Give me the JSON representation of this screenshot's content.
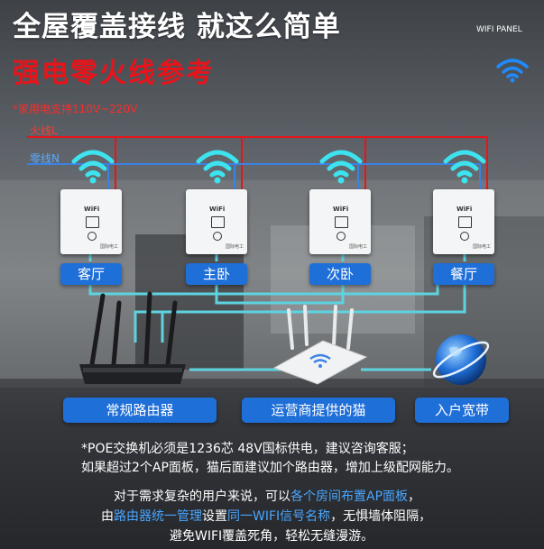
{
  "header": {
    "title_line1": "全屋覆盖接线 就这么简单",
    "title_line2": "强电零火线参考",
    "panel_label": "WIFI PANEL"
  },
  "wiring": {
    "voltage_note": "*家用电支持110V~220V",
    "live_label": "火线L",
    "neutral_label": "零线N",
    "live_color": "#e8141b",
    "neutral_color": "#3b82e6",
    "network_color": "#5ed3e0"
  },
  "panels": [
    {
      "wifi_text": "WiFi",
      "brand": "国际电工",
      "room": "客厅"
    },
    {
      "wifi_text": "WiFi",
      "brand": "国际电工",
      "room": "主卧"
    },
    {
      "wifi_text": "WiFi",
      "brand": "国际电工",
      "room": "次卧"
    },
    {
      "wifi_text": "WiFi",
      "brand": "国际电工",
      "room": "餐厅"
    }
  ],
  "devices": {
    "router_label": "常规路由器",
    "modem_label": "运营商提供的猫",
    "broadband_label": "入户宽带"
  },
  "notes": {
    "line1": "*POE交换机必须是1236芯 48V国标供电，建议咨询客服；",
    "line2": "如果超过2个AP面板，猫后面建议加个路由器，增加上级配网能力。"
  },
  "description": {
    "l1_a": "对于需求复杂的用户来说，可以",
    "l1_hl": "各个房间布置AP面板",
    "l1_b": "，",
    "l2_a": "由",
    "l2_hl1": "路由器统一管理",
    "l2_b": "设置",
    "l2_hl2": "同一WIFI信号名称",
    "l2_c": "，无惧墙体阻隔，",
    "l3": "避免WIFI覆盖死角，轻松无缝漫游。"
  },
  "colors": {
    "accent_blue": "#1f6fd8",
    "highlight_blue": "#49a6ff",
    "title_red": "#e8141b"
  }
}
